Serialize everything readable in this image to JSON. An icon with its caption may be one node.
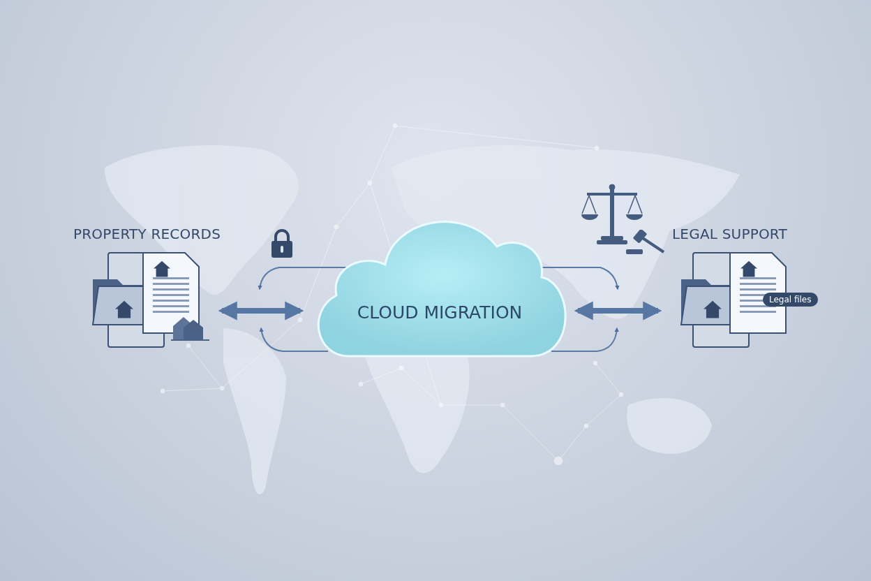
{
  "diagram": {
    "nodes": [
      {
        "text": [
          "PROPERTY RECORDS"
        ]
      },
      {
        "text": [
          "CLOUD MIGRATION"
        ]
      },
      {
        "text": [
          "LEGAL SUPPORT",
          "Legal files"
        ]
      }
    ],
    "edges": [
      {
        "from": 0,
        "to": 1,
        "arrow": "both",
        "style": "thick"
      },
      {
        "from": 1,
        "to": 2,
        "arrow": "both",
        "style": "thick"
      },
      {
        "from": 1,
        "to": null,
        "arrow": "to"
      },
      {
        "from": 1,
        "to": null,
        "arrow": "to"
      },
      {
        "from": 1,
        "to": null,
        "arrow": "to"
      },
      {
        "from": 1,
        "to": null,
        "arrow": "to"
      }
    ]
  }
}
